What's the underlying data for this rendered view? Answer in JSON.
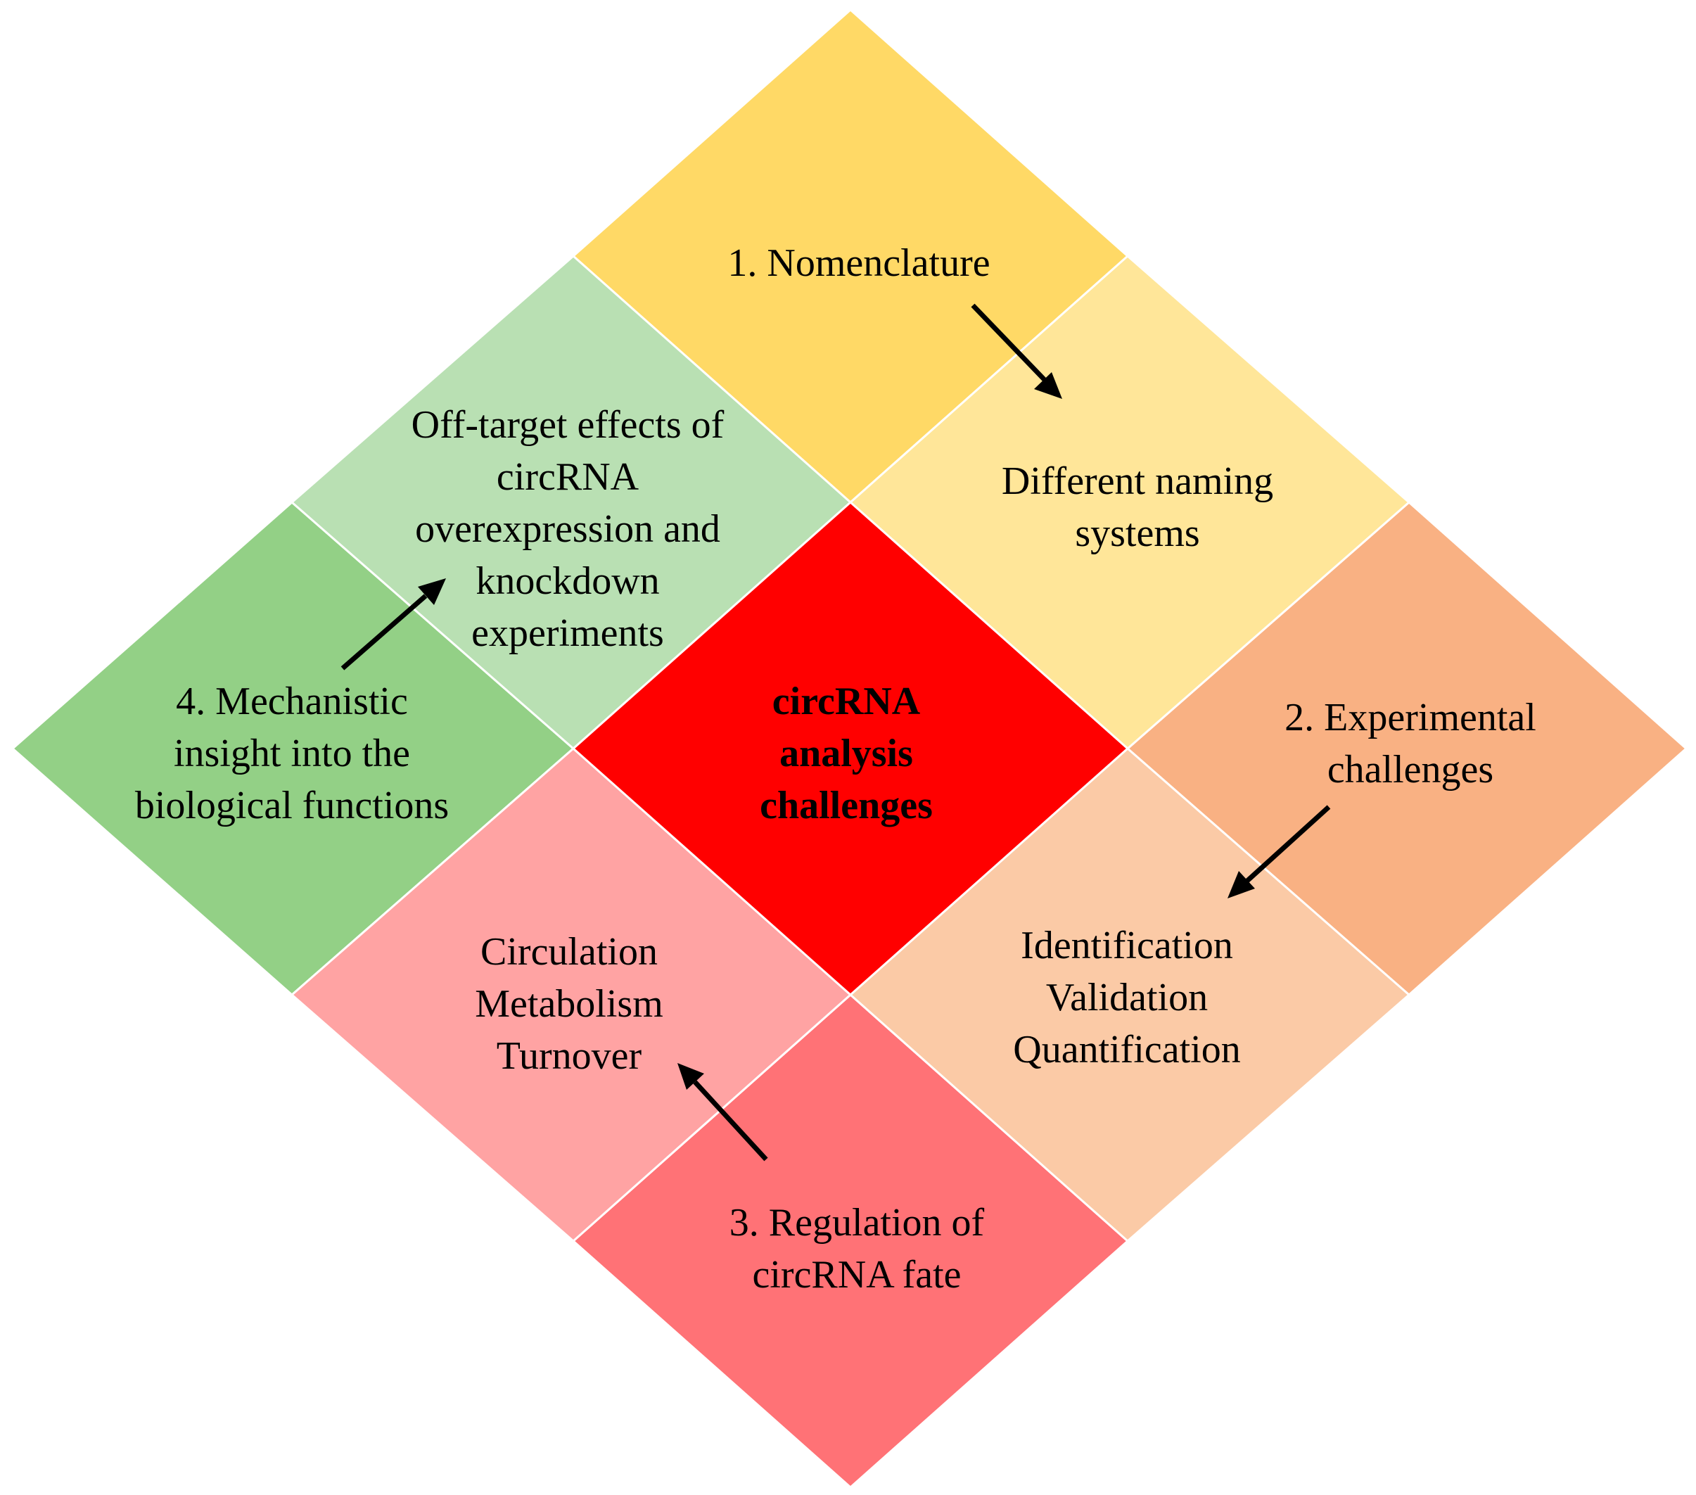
{
  "center": {
    "lines": [
      "circRNA",
      "analysis",
      "challenges"
    ],
    "color": "#ff0000"
  },
  "nomenclature": {
    "title": "1. Nomenclature",
    "detail_lines": [
      "Different naming",
      "systems"
    ],
    "title_color": "#ffd966",
    "detail_color": "#ffe699"
  },
  "experimental": {
    "title_lines": [
      "2. Experimental",
      "challenges"
    ],
    "detail_lines": [
      "Identification",
      "Validation",
      "Quantification"
    ],
    "title_color": "#f9b183",
    "detail_color": "#fbcaa6"
  },
  "regulation": {
    "title_lines": [
      "3. Regulation of",
      "circRNA fate"
    ],
    "detail_lines": [
      "Circulation",
      "Metabolism",
      "Turnover"
    ],
    "title_color": "#ff7276",
    "detail_color": "#ffa3a3"
  },
  "mechanistic": {
    "title_lines": [
      "4. Mechanistic",
      "insight into the",
      "biological functions"
    ],
    "detail_lines": [
      "Off-target effects of",
      "circRNA",
      "overexpression and",
      "knockdown",
      "experiments"
    ],
    "title_color": "#93d086",
    "detail_color": "#b9e0b3"
  }
}
